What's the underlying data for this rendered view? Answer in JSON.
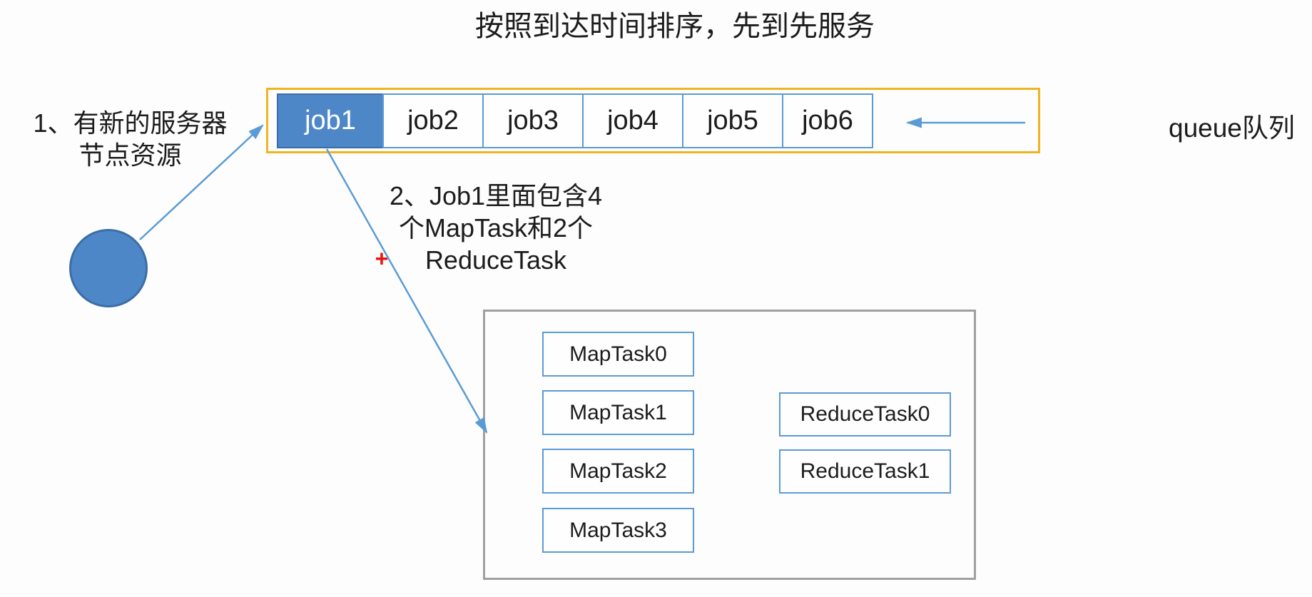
{
  "colors": {
    "accent_blue": "#4e87c7",
    "accent_blue_border": "#3a6ea5",
    "job_border_blue": "#5b9bd5",
    "queue_outline_orange": "#f0b41e",
    "box_border_gray": "#a0a0a0",
    "arrow_blue": "#5b9bd5",
    "plus_red": "#e8150d",
    "text": "#1c1c1c",
    "background": "#fdfdfd"
  },
  "title": "按照到达时间排序，先到先服务",
  "queue": {
    "label": "queue队列",
    "jobs": [
      {
        "label": "job1",
        "highlighted": true
      },
      {
        "label": "job2",
        "highlighted": false
      },
      {
        "label": "job3",
        "highlighted": false
      },
      {
        "label": "job4",
        "highlighted": false
      },
      {
        "label": "job5",
        "highlighted": false
      },
      {
        "label": "job6",
        "highlighted": false
      }
    ]
  },
  "notes": {
    "note1_line1": "1、有新的服务器",
    "note1_line2": "节点资源",
    "note2_line1": "2、Job1里面包含4",
    "note2_line2": "个MapTask和2个",
    "note2_line3": "ReduceTask",
    "plus_marker": "+"
  },
  "job1_detail": {
    "map_tasks": [
      {
        "label": "MapTask0"
      },
      {
        "label": "MapTask1"
      },
      {
        "label": "MapTask2"
      },
      {
        "label": "MapTask3"
      }
    ],
    "reduce_tasks": [
      {
        "label": "ReduceTask0"
      },
      {
        "label": "ReduceTask1"
      }
    ]
  }
}
